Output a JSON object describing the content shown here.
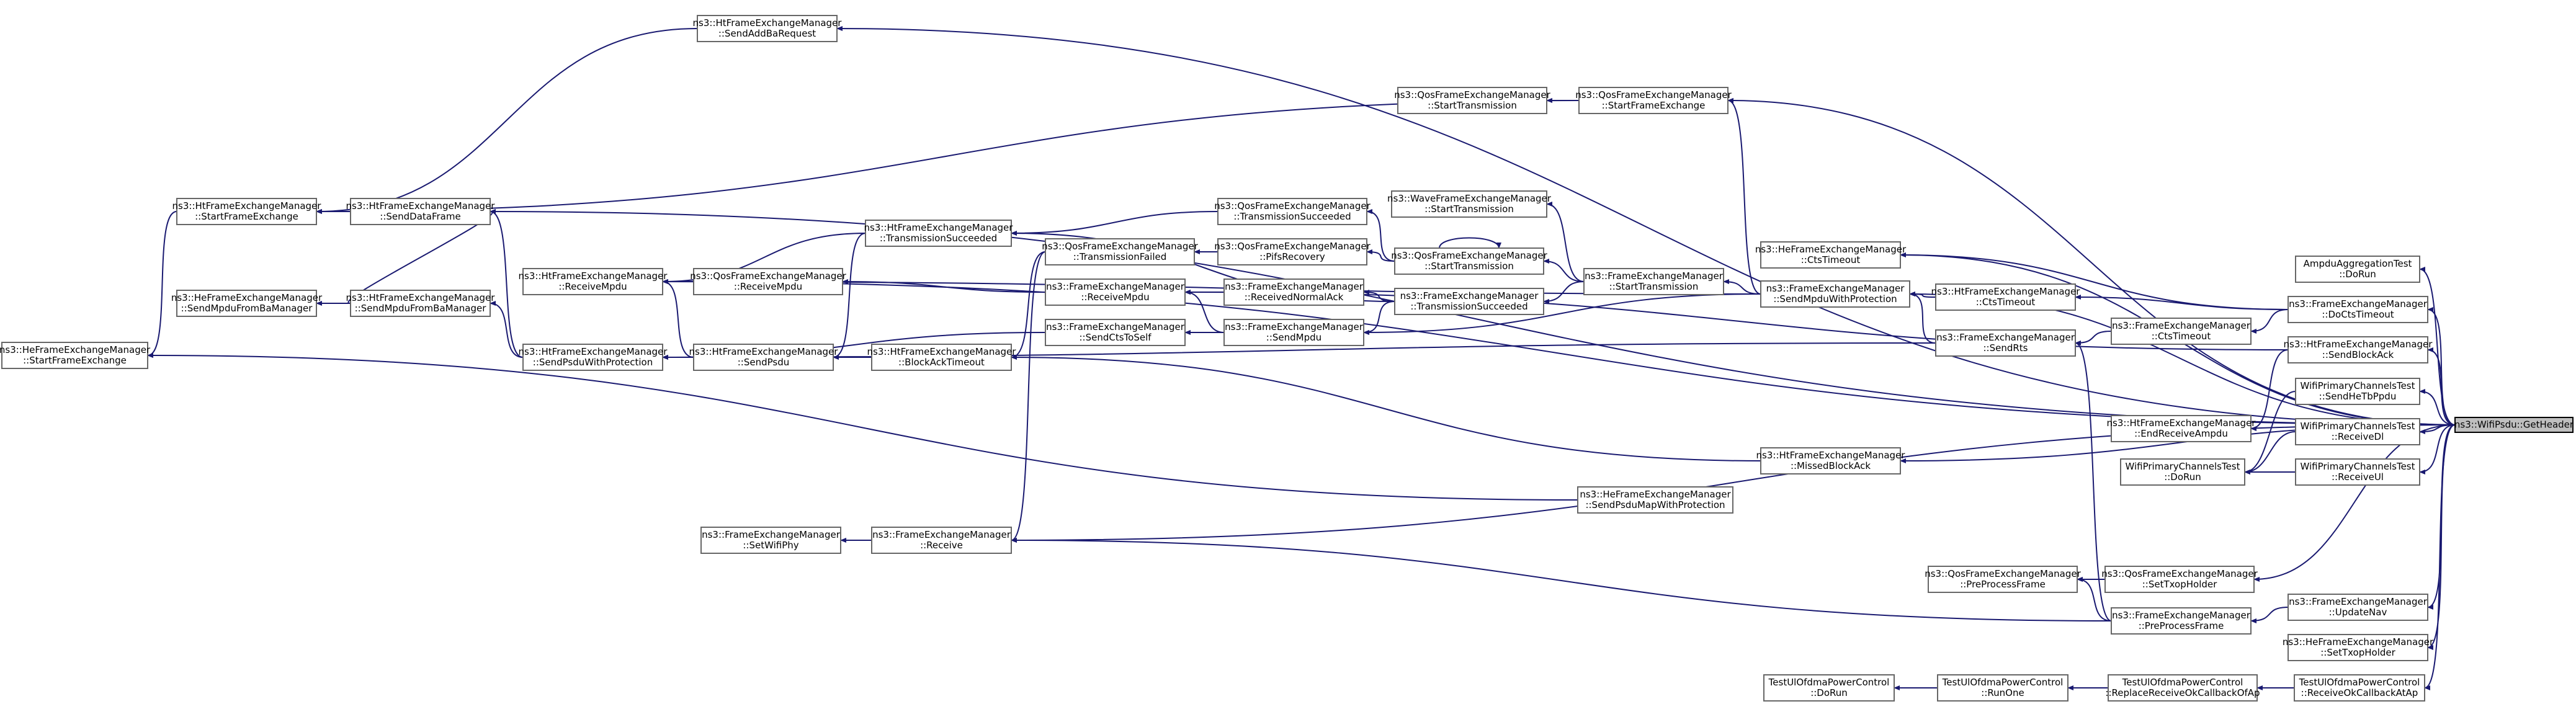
{
  "graph": {
    "root": "n_getheader",
    "nodes": [
      {
        "id": "n_getheader",
        "lines": [
          "ns3::WifiPsdu::GetHeader"
        ],
        "root": true
      },
      {
        "id": "n_sendaddba",
        "lines": [
          "ns3::HtFrameExchangeManager",
          "::SendAddBaRequest"
        ]
      },
      {
        "id": "n_qstartfe",
        "lines": [
          "ns3::QosFrameExchangeManager",
          "::StartFrameExchange"
        ]
      },
      {
        "id": "n_qstarttx_l",
        "lines": [
          "ns3::QosFrameExchangeManager",
          "::StartTransmission"
        ]
      },
      {
        "id": "n_htstartfe",
        "lines": [
          "ns3::HtFrameExchangeManager",
          "::StartFrameExchange"
        ]
      },
      {
        "id": "n_htsenddata",
        "lines": [
          "ns3::HtFrameExchangeManager",
          "::SendDataFrame"
        ]
      },
      {
        "id": "n_htsendmpdufromba",
        "lines": [
          "ns3::HtFrameExchangeManager",
          "::SendMpduFromBaManager"
        ]
      },
      {
        "id": "n_hesendmpdufromba",
        "lines": [
          "ns3::HeFrameExchangeManager",
          "::SendMpduFromBaManager"
        ]
      },
      {
        "id": "n_hestartfe",
        "lines": [
          "ns3::HeFrameExchangeManager",
          "::StartFrameExchange"
        ]
      },
      {
        "id": "n_htreceivempdu",
        "lines": [
          "ns3::HtFrameExchangeManager",
          "::ReceiveMpdu"
        ]
      },
      {
        "id": "n_htsendpsduwp",
        "lines": [
          "ns3::HtFrameExchangeManager",
          "::SendPsduWithProtection"
        ]
      },
      {
        "id": "n_qosreceivempdu",
        "lines": [
          "ns3::QosFrameExchangeManager",
          "::ReceiveMpdu"
        ]
      },
      {
        "id": "n_htsendpsdu",
        "lines": [
          "ns3::HtFrameExchangeManager",
          "::SendPsdu"
        ]
      },
      {
        "id": "n_httxsucc",
        "lines": [
          "ns3::HtFrameExchangeManager",
          "::TransmissionSucceeded"
        ]
      },
      {
        "id": "n_qostxfailed",
        "lines": [
          "ns3::QosFrameExchangeManager",
          "::TransmissionFailed"
        ]
      },
      {
        "id": "n_fereceivempdu",
        "lines": [
          "ns3::FrameExchangeManager",
          "::ReceiveMpdu"
        ]
      },
      {
        "id": "n_sendctstoself",
        "lines": [
          "ns3::FrameExchangeManager",
          "::SendCtsToSelf"
        ]
      },
      {
        "id": "n_htbaktimeout",
        "lines": [
          "ns3::HtFrameExchangeManager",
          "::BlockAckTimeout"
        ]
      },
      {
        "id": "n_qostxsucc",
        "lines": [
          "ns3::QosFrameExchangeManager",
          "::TransmissionSucceeded"
        ]
      },
      {
        "id": "n_pifsrecovery",
        "lines": [
          "ns3::QosFrameExchangeManager",
          "::PifsRecovery"
        ]
      },
      {
        "id": "n_recvnormalack",
        "lines": [
          "ns3::FrameExchangeManager",
          "::ReceivedNormalAck"
        ]
      },
      {
        "id": "n_fesendmpdu",
        "lines": [
          "ns3::FrameExchangeManager",
          "::SendMpdu"
        ]
      },
      {
        "id": "n_wavestarttx",
        "lines": [
          "ns3::WaveFrameExchangeManager",
          "::StartTransmission"
        ]
      },
      {
        "id": "n_qstarttx_m",
        "lines": [
          "ns3::QosFrameExchangeManager",
          "::StartTransmission"
        ]
      },
      {
        "id": "n_fetxsucc",
        "lines": [
          "ns3::FrameExchangeManager",
          "::TransmissionSucceeded"
        ]
      },
      {
        "id": "n_festarttx",
        "lines": [
          "ns3::FrameExchangeManager",
          "::StartTransmission"
        ]
      },
      {
        "id": "n_fesendmpduwp",
        "lines": [
          "ns3::FrameExchangeManager",
          "::SendMpduWithProtection"
        ]
      },
      {
        "id": "n_hectstimeout",
        "lines": [
          "ns3::HeFrameExchangeManager",
          "::CtsTimeout"
        ]
      },
      {
        "id": "n_htctstimeout",
        "lines": [
          "ns3::HtFrameExchangeManager",
          "::CtsTimeout"
        ]
      },
      {
        "id": "n_fesendrts",
        "lines": [
          "ns3::FrameExchangeManager",
          "::SendRts"
        ]
      },
      {
        "id": "n_fectstimeout",
        "lines": [
          "ns3::FrameExchangeManager",
          "::CtsTimeout"
        ]
      },
      {
        "id": "n_htendreceiveampdu",
        "lines": [
          "ns3::HtFrameExchangeManager",
          "::EndReceiveAmpdu"
        ]
      },
      {
        "id": "n_htmissedba",
        "lines": [
          "ns3::HtFrameExchangeManager",
          "::MissedBlockAck"
        ]
      },
      {
        "id": "n_hesendpsdump",
        "lines": [
          "ns3::HeFrameExchangeManager",
          "::SendPsduMapWithProtection"
        ]
      },
      {
        "id": "n_setwifiphy",
        "lines": [
          "ns3::FrameExchangeManager",
          "::SetWifiPhy"
        ]
      },
      {
        "id": "n_fereceive",
        "lines": [
          "ns3::FrameExchangeManager",
          "::Receive"
        ]
      },
      {
        "id": "n_qpreprocess",
        "lines": [
          "ns3::QosFrameExchangeManager",
          "::PreProcessFrame"
        ]
      },
      {
        "id": "n_fepreprocess",
        "lines": [
          "ns3::FrameExchangeManager",
          "::PreProcessFrame"
        ]
      },
      {
        "id": "n_qsettxop",
        "lines": [
          "ns3::QosFrameExchangeManager",
          "::SetTxopHolder"
        ]
      },
      {
        "id": "n_ampdudorun",
        "lines": [
          "AmpduAggregationTest",
          "::DoRun"
        ]
      },
      {
        "id": "n_fedoctstimeout",
        "lines": [
          "ns3::FrameExchangeManager",
          "::DoCtsTimeout"
        ]
      },
      {
        "id": "n_htsendblockack",
        "lines": [
          "ns3::HtFrameExchangeManager",
          "::SendBlockAck"
        ]
      },
      {
        "id": "n_wpsendhetb",
        "lines": [
          "WifiPrimaryChannelsTest",
          "::SendHeTbPpdu"
        ]
      },
      {
        "id": "n_wpreceivedl",
        "lines": [
          "WifiPrimaryChannelsTest",
          "::ReceiveDl"
        ]
      },
      {
        "id": "n_wpdorun",
        "lines": [
          "WifiPrimaryChannelsTest",
          "::DoRun"
        ]
      },
      {
        "id": "n_wpreceiveul",
        "lines": [
          "WifiPrimaryChannelsTest",
          "::ReceiveUl"
        ]
      },
      {
        "id": "n_feupdatenav",
        "lines": [
          "ns3::FrameExchangeManager",
          "::UpdateNav"
        ]
      },
      {
        "id": "n_hesettxop",
        "lines": [
          "ns3::HeFrameExchangeManager",
          "::SetTxopHolder"
        ]
      },
      {
        "id": "n_tuldorun",
        "lines": [
          "TestUlOfdmaPowerControl",
          "::DoRun"
        ]
      },
      {
        "id": "n_tulrunone",
        "lines": [
          "TestUlOfdmaPowerControl",
          "::RunOne"
        ]
      },
      {
        "id": "n_tulreplace",
        "lines": [
          "TestUlOfdmaPowerControl",
          "::ReplaceReceiveOkCallbackOfAp"
        ]
      },
      {
        "id": "n_tulreceiveok",
        "lines": [
          "TestUlOfdmaPowerControl",
          "::ReceiveOkCallbackAtAp"
        ]
      }
    ],
    "edges": [
      {
        "from": "n_sendaddba",
        "to": "n_getheader"
      },
      {
        "from": "n_qstartfe",
        "to": "n_getheader"
      },
      {
        "from": "n_htsenddata",
        "to": "n_getheader"
      },
      {
        "from": "n_htreceivempdu",
        "to": "n_getheader"
      },
      {
        "from": "n_fesendmpduwp",
        "to": "n_getheader"
      },
      {
        "from": "n_hectstimeout",
        "to": "n_getheader"
      },
      {
        "from": "n_fedoctstimeout",
        "to": "n_getheader"
      },
      {
        "from": "n_htsendblockack",
        "to": "n_getheader"
      },
      {
        "from": "n_wpsendhetb",
        "to": "n_getheader"
      },
      {
        "from": "n_wpreceivedl",
        "to": "n_getheader"
      },
      {
        "from": "n_wpreceiveul",
        "to": "n_getheader"
      },
      {
        "from": "n_htmissedba",
        "to": "n_getheader"
      },
      {
        "from": "n_fereceive",
        "to": "n_getheader"
      },
      {
        "from": "n_qsettxop",
        "to": "n_getheader"
      },
      {
        "from": "n_feupdatenav",
        "to": "n_getheader"
      },
      {
        "from": "n_hesettxop",
        "to": "n_getheader"
      },
      {
        "from": "n_tulreceiveok",
        "to": "n_getheader"
      },
      {
        "from": "n_htstartfe",
        "to": "n_sendaddba"
      },
      {
        "from": "n_htstartfe",
        "to": "n_qstartfe"
      },
      {
        "from": "n_qstarttx_l",
        "to": "n_qstartfe"
      },
      {
        "from": "n_hestartfe",
        "to": "n_htstartfe"
      },
      {
        "from": "n_htstartfe",
        "to": "n_htsenddata"
      },
      {
        "from": "n_htsendmpdufromba",
        "to": "n_htsenddata"
      },
      {
        "from": "n_hesendmpdufromba",
        "to": "n_htsendmpdufromba"
      },
      {
        "from": "n_htsendpsduwp",
        "to": "n_htsenddata"
      },
      {
        "from": "n_htsendpsduwp",
        "to": "n_htsendmpdufromba"
      },
      {
        "from": "n_htsendpsdu",
        "to": "n_htsendpsduwp"
      },
      {
        "from": "n_htbaktimeout",
        "to": "n_htsendpsdu"
      },
      {
        "from": "n_httxsucc",
        "to": "n_htsendpsdu"
      },
      {
        "from": "n_qostxsucc",
        "to": "n_httxsucc"
      },
      {
        "from": "n_httxsucc",
        "to": "n_htreceivempdu"
      },
      {
        "from": "n_qosreceivempdu",
        "to": "n_htreceivempdu"
      },
      {
        "from": "n_fereceivempdu",
        "to": "n_qosreceivempdu"
      },
      {
        "from": "n_htsendpsdu",
        "to": "n_htreceivempdu"
      },
      {
        "from": "n_qostxfailed",
        "to": "n_htbaktimeout"
      },
      {
        "from": "n_qostxfailed",
        "to": "n_fereceive"
      },
      {
        "from": "n_setwifiphy",
        "to": "n_fereceive"
      },
      {
        "from": "n_fesendmpdu",
        "to": "n_sendctstoself"
      },
      {
        "from": "n_sendctstoself",
        "to": "n_htsendpsduwp"
      },
      {
        "from": "n_fesendmpdu",
        "to": "n_fereceivempdu"
      },
      {
        "from": "n_pifsrecovery",
        "to": "n_qostxfailed"
      },
      {
        "from": "n_qstarttx_m",
        "to": "n_pifsrecovery"
      },
      {
        "from": "n_qstarttx_m",
        "to": "n_qostxsucc"
      },
      {
        "from": "n_qstarttx_m",
        "to": "n_qstarttx_m"
      },
      {
        "from": "n_fetxsucc",
        "to": "n_httxsucc"
      },
      {
        "from": "n_fetxsucc",
        "to": "n_recvnormalack"
      },
      {
        "from": "n_fetxsucc",
        "to": "n_fesendmpdu"
      },
      {
        "from": "n_recvnormalack",
        "to": "n_fereceivempdu"
      },
      {
        "from": "n_festarttx",
        "to": "n_qstarttx_m"
      },
      {
        "from": "n_festarttx",
        "to": "n_fetxsucc"
      },
      {
        "from": "n_wavestarttx",
        "to": "n_festarttx"
      },
      {
        "from": "n_fesendmpduwp",
        "to": "n_festarttx"
      },
      {
        "from": "n_fesendmpduwp",
        "to": "n_fesendmpdu"
      },
      {
        "from": "n_fesendmpduwp",
        "to": "n_htreceivempdu"
      },
      {
        "from": "n_fesendmpduwp",
        "to": "n_qstartfe"
      },
      {
        "from": "n_fesendrts",
        "to": "n_fesendmpduwp"
      },
      {
        "from": "n_fesendrts",
        "to": "n_htsendpsduwp"
      },
      {
        "from": "n_fesendrts",
        "to": "n_fepreprocess"
      },
      {
        "from": "n_fectstimeout",
        "to": "n_fesendrts"
      },
      {
        "from": "n_htctstimeout",
        "to": "n_fesendmpduwp"
      },
      {
        "from": "n_fedoctstimeout",
        "to": "n_fectstimeout"
      },
      {
        "from": "n_fedoctstimeout",
        "to": "n_htctstimeout"
      },
      {
        "from": "n_fedoctstimeout",
        "to": "n_hectstimeout"
      },
      {
        "from": "n_htendreceiveampdu",
        "to": "n_htsendblockack"
      },
      {
        "from": "n_htsendblockack",
        "to": "n_fereceivempdu"
      },
      {
        "from": "n_htmissedba",
        "to": "n_htbaktimeout"
      },
      {
        "from": "n_hesendpsdump",
        "to": "n_hestartfe"
      },
      {
        "from": "n_fepreprocess",
        "to": "n_fereceive"
      },
      {
        "from": "n_qpreprocess",
        "to": "n_fepreprocess"
      },
      {
        "from": "n_qpreprocess",
        "to": "n_qsettxop"
      },
      {
        "from": "n_fepreprocess",
        "to": "n_feupdatenav"
      },
      {
        "from": "n_wpdorun",
        "to": "n_wpsendhetb"
      },
      {
        "from": "n_wpdorun",
        "to": "n_wpreceivedl"
      },
      {
        "from": "n_wpdorun",
        "to": "n_wpreceiveul"
      },
      {
        "from": "n_tuldorun",
        "to": "n_tulrunone"
      },
      {
        "from": "n_tulrunone",
        "to": "n_tulreplace"
      },
      {
        "from": "n_tulreplace",
        "to": "n_tulreceiveok"
      },
      {
        "from": "n_ampdudorun",
        "to": "n_getheader"
      }
    ]
  }
}
